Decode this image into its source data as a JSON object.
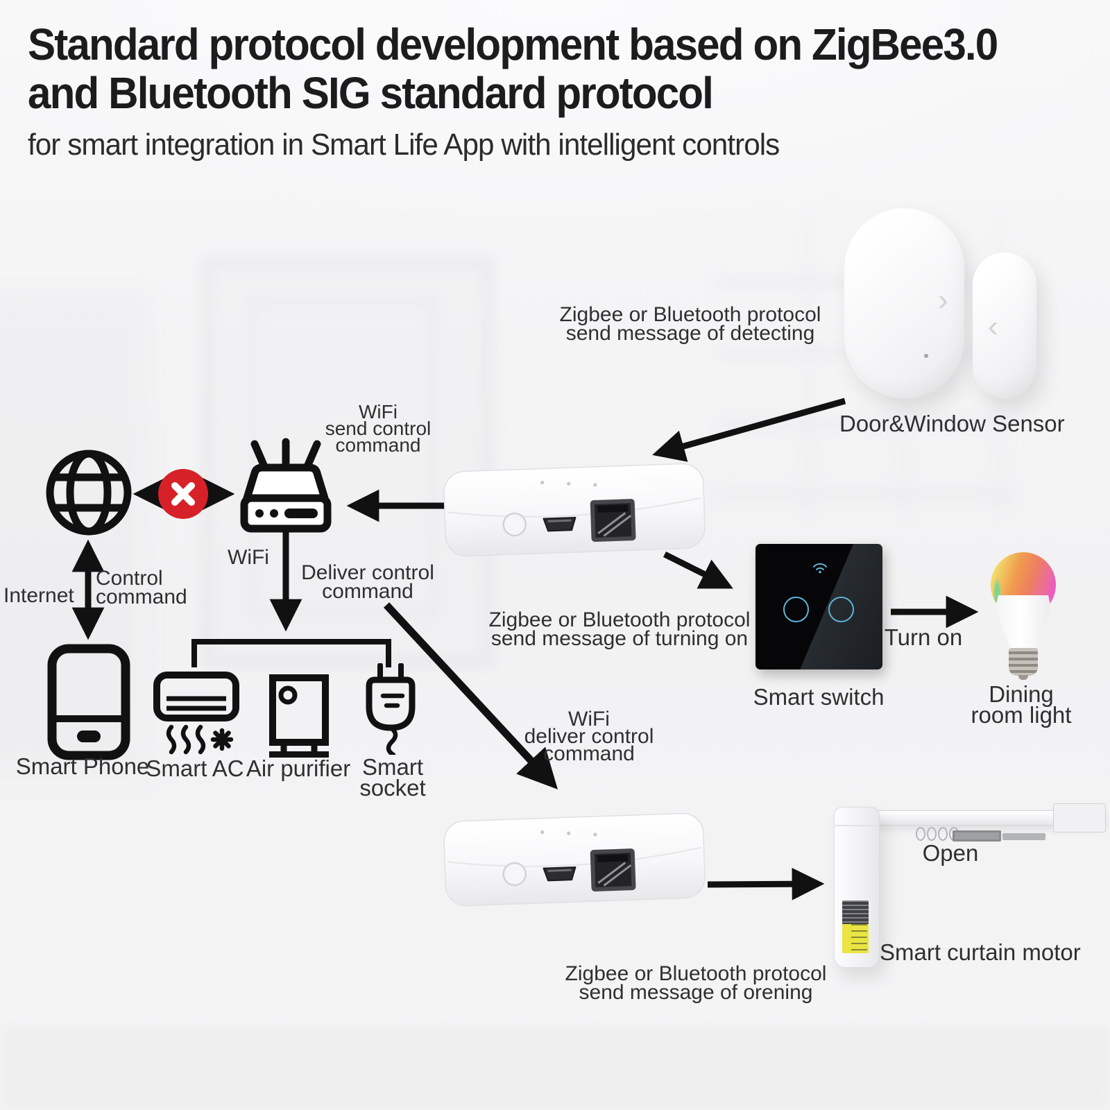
{
  "header": {
    "title_line1": "Standard protocol development based on ZigBee3.0",
    "title_line2": "and Bluetooth SIG standard protocol",
    "subtitle": "for smart integration in Smart Life App with intelligent controls"
  },
  "labels": {
    "detecting": {
      "lines": [
        "Zigbee or Bluetooth protocol",
        "send message of detecting"
      ]
    },
    "door_sensor": "Door&Window Sensor",
    "wifi_send": {
      "lines": [
        "WiFi",
        "send control",
        "command"
      ]
    },
    "wifi": "WiFi",
    "deliver": {
      "lines": [
        "Deliver control",
        "command"
      ]
    },
    "internet": "Internet",
    "control": {
      "lines": [
        "Control",
        "command"
      ]
    },
    "smart_phone": "Smart Phone",
    "smart_ac": "Smart AC",
    "air_purifier": "Air purifier",
    "smart_socket": {
      "lines": [
        "Smart",
        "socket"
      ]
    },
    "turning_on": {
      "lines": [
        "Zigbee or Bluetooth protocol",
        "send message of turning on"
      ]
    },
    "smart_switch": "Smart switch",
    "turn_on": "Turn on",
    "dining": {
      "lines": [
        "Dining",
        "room light"
      ]
    },
    "wifi_deliver": {
      "lines": [
        "WiFi",
        "deliver control",
        "command"
      ]
    },
    "open": "Open",
    "curtain_motor": "Smart curtain motor",
    "orening": {
      "lines": [
        "Zigbee or Bluetooth protocol",
        "send message of orening"
      ]
    }
  },
  "icons": [
    "globe-icon",
    "blocked-x-icon",
    "wifi-router-icon",
    "gateway-device",
    "gateway-device-2",
    "door-window-sensor",
    "smart-switch-panel",
    "wifi-icon",
    "rgb-bulb",
    "smart-phone-icon",
    "smart-ac-icon",
    "air-purifier-icon",
    "smart-socket-icon",
    "smart-curtain-motor",
    "arrow-connectors"
  ],
  "colors": {
    "blocked_red": "#d62128",
    "switch_accent_teal": "#5fb3d4",
    "motor_label_yellow": "#e9e442",
    "line_ink": "#111111",
    "text": "#2f2f2f",
    "bulb_gradient": [
      "#f2ea6e",
      "#f09a4e",
      "#ee7f62",
      "#e95fc0",
      "#55c6e8",
      "#7ad78f"
    ]
  }
}
